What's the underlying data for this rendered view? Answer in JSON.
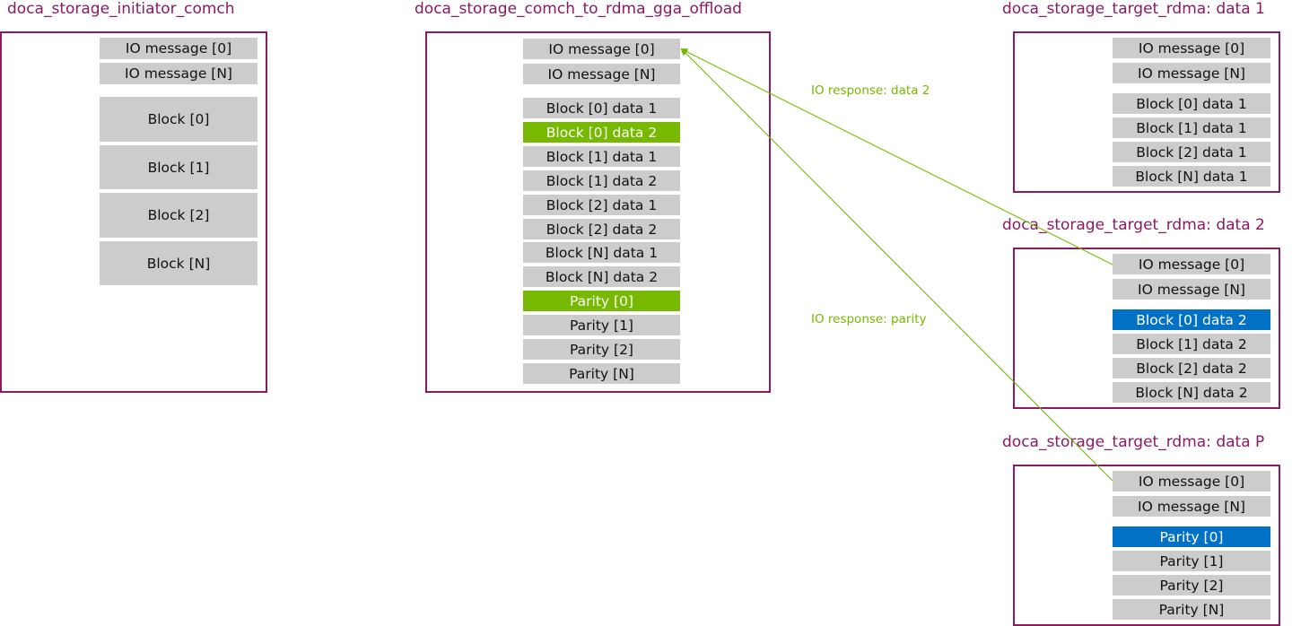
{
  "colors": {
    "frame": "#8b1a63",
    "cell": "#cccccc",
    "highlight_green": "#76b900",
    "highlight_blue": "#0071c5",
    "arrow": "#76b900"
  },
  "initiator": {
    "title": "doca_storage_initiator_comch",
    "messages": [
      "IO message [0]",
      "IO message [N]"
    ],
    "blocks": [
      "Block [0]",
      "Block [1]",
      "Block [2]",
      "Block [N]"
    ]
  },
  "offload": {
    "title": "doca_storage_comch_to_rdma_gga_offload",
    "messages": [
      "IO message [0]",
      "IO message [N]"
    ],
    "blocks": [
      {
        "label": "Block [0] data 1",
        "highlight": "none"
      },
      {
        "label": "Block [0] data 2",
        "highlight": "green"
      },
      {
        "label": "Block [1] data 1",
        "highlight": "none"
      },
      {
        "label": "Block [1] data 2",
        "highlight": "none"
      },
      {
        "label": "Block [2] data 1",
        "highlight": "none"
      },
      {
        "label": "Block [2] data 2",
        "highlight": "none"
      },
      {
        "label": "Block [N] data 1",
        "highlight": "none"
      },
      {
        "label": "Block [N] data 2",
        "highlight": "none"
      }
    ],
    "parity": [
      {
        "label": "Parity [0]",
        "highlight": "green"
      },
      {
        "label": "Parity [1]",
        "highlight": "none"
      },
      {
        "label": "Parity [2]",
        "highlight": "none"
      },
      {
        "label": "Parity [N]",
        "highlight": "none"
      }
    ]
  },
  "targets": [
    {
      "title": "doca_storage_target_rdma: data 1",
      "messages": [
        "IO message [0]",
        "IO message [N]"
      ],
      "items": [
        {
          "label": "Block [0] data 1",
          "highlight": "none"
        },
        {
          "label": "Block [1] data 1",
          "highlight": "none"
        },
        {
          "label": "Block [2] data 1",
          "highlight": "none"
        },
        {
          "label": "Block [N] data 1",
          "highlight": "none"
        }
      ]
    },
    {
      "title": "doca_storage_target_rdma: data 2",
      "messages": [
        "IO message [0]",
        "IO message [N]"
      ],
      "items": [
        {
          "label": "Block [0] data 2",
          "highlight": "blue"
        },
        {
          "label": "Block [1] data 2",
          "highlight": "none"
        },
        {
          "label": "Block [2] data 2",
          "highlight": "none"
        },
        {
          "label": "Block [N] data 2",
          "highlight": "none"
        }
      ]
    },
    {
      "title": "doca_storage_target_rdma: data P",
      "messages": [
        "IO message [0]",
        "IO message [N]"
      ],
      "items": [
        {
          "label": "Parity [0]",
          "highlight": "blue"
        },
        {
          "label": "Parity [1]",
          "highlight": "none"
        },
        {
          "label": "Parity [2]",
          "highlight": "none"
        },
        {
          "label": "Parity [N]",
          "highlight": "none"
        }
      ]
    }
  ],
  "arrows": [
    {
      "label": "IO response: data 2",
      "from": "target data 2 / IO message [0]",
      "to": "offload / IO message [0]"
    },
    {
      "label": "IO response: parity",
      "from": "target data P / IO message [0]",
      "to": "offload / IO message [0]"
    }
  ]
}
